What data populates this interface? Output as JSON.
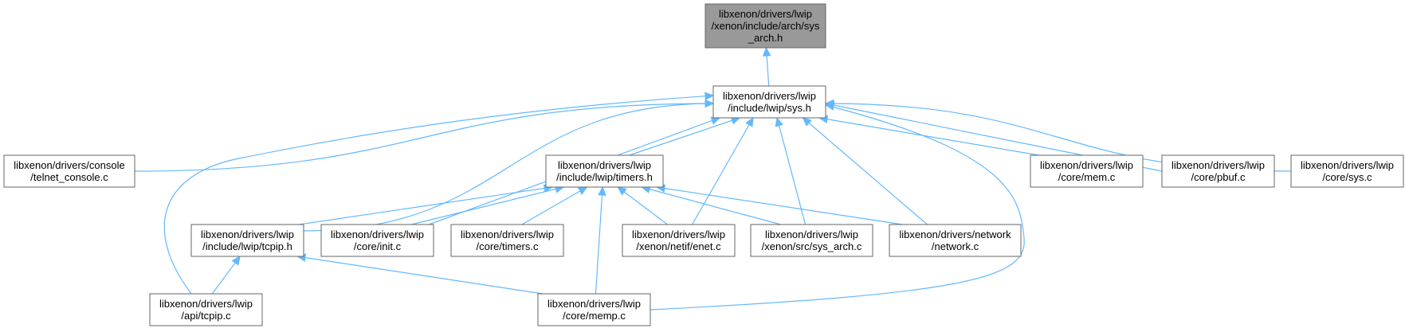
{
  "nodes": {
    "sys_arch_h": {
      "lines": [
        "libxenon/drivers/lwip",
        "/xenon/include/arch/sys",
        "_arch.h"
      ]
    },
    "sys_h": {
      "lines": [
        "libxenon/drivers/lwip",
        "/include/lwip/sys.h"
      ]
    },
    "telnet_console": {
      "lines": [
        "libxenon/drivers/console",
        "/telnet_console.c"
      ]
    },
    "timers_h": {
      "lines": [
        "libxenon/drivers/lwip",
        "/include/lwip/timers.h"
      ]
    },
    "mem_c": {
      "lines": [
        "libxenon/drivers/lwip",
        "/core/mem.c"
      ]
    },
    "pbuf_c": {
      "lines": [
        "libxenon/drivers/lwip",
        "/core/pbuf.c"
      ]
    },
    "core_sys_c": {
      "lines": [
        "libxenon/drivers/lwip",
        "/core/sys.c"
      ]
    },
    "tcpip_h": {
      "lines": [
        "libxenon/drivers/lwip",
        "/include/lwip/tcpip.h"
      ]
    },
    "init_c": {
      "lines": [
        "libxenon/drivers/lwip",
        "/core/init.c"
      ]
    },
    "timers_c": {
      "lines": [
        "libxenon/drivers/lwip",
        "/core/timers.c"
      ]
    },
    "enet_c": {
      "lines": [
        "libxenon/drivers/lwip",
        "/xenon/netif/enet.c"
      ]
    },
    "src_sys_arch_c": {
      "lines": [
        "libxenon/drivers/lwip",
        "/xenon/src/sys_arch.c"
      ]
    },
    "network_c": {
      "lines": [
        "libxenon/drivers/network",
        "/network.c"
      ]
    },
    "api_tcpip_c": {
      "lines": [
        "libxenon/drivers/lwip",
        "/api/tcpip.c"
      ]
    },
    "memp_c": {
      "lines": [
        "libxenon/drivers/lwip",
        "/core/memp.c"
      ]
    }
  },
  "colors": {
    "edge": "#63b8ff",
    "node_border": "#666666",
    "root_fill": "#999999"
  }
}
